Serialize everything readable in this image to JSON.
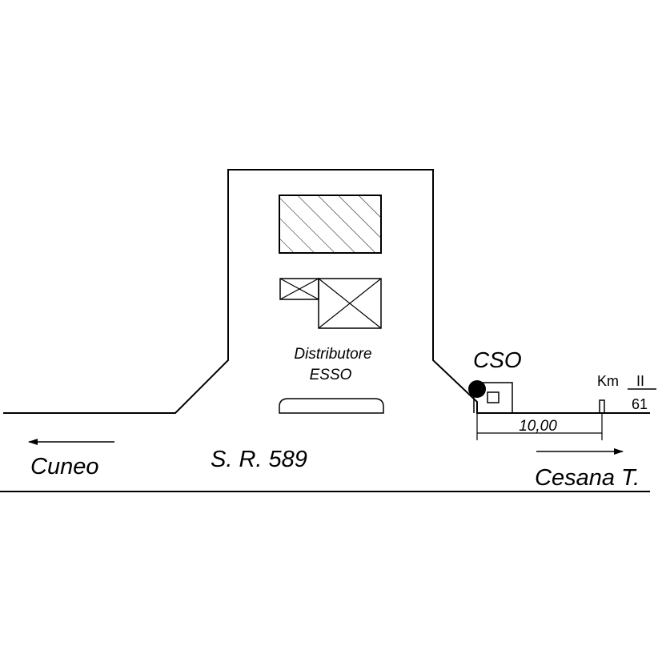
{
  "labels": {
    "station_line1": "Distributore",
    "station_line2": "ESSO",
    "road": "S. R. 589",
    "west": "Cuneo",
    "east": "Cesana T.",
    "cso": "CSO",
    "distance": "10,00",
    "km_prefix": "Km",
    "km_roman": "II",
    "km_number": "61"
  }
}
